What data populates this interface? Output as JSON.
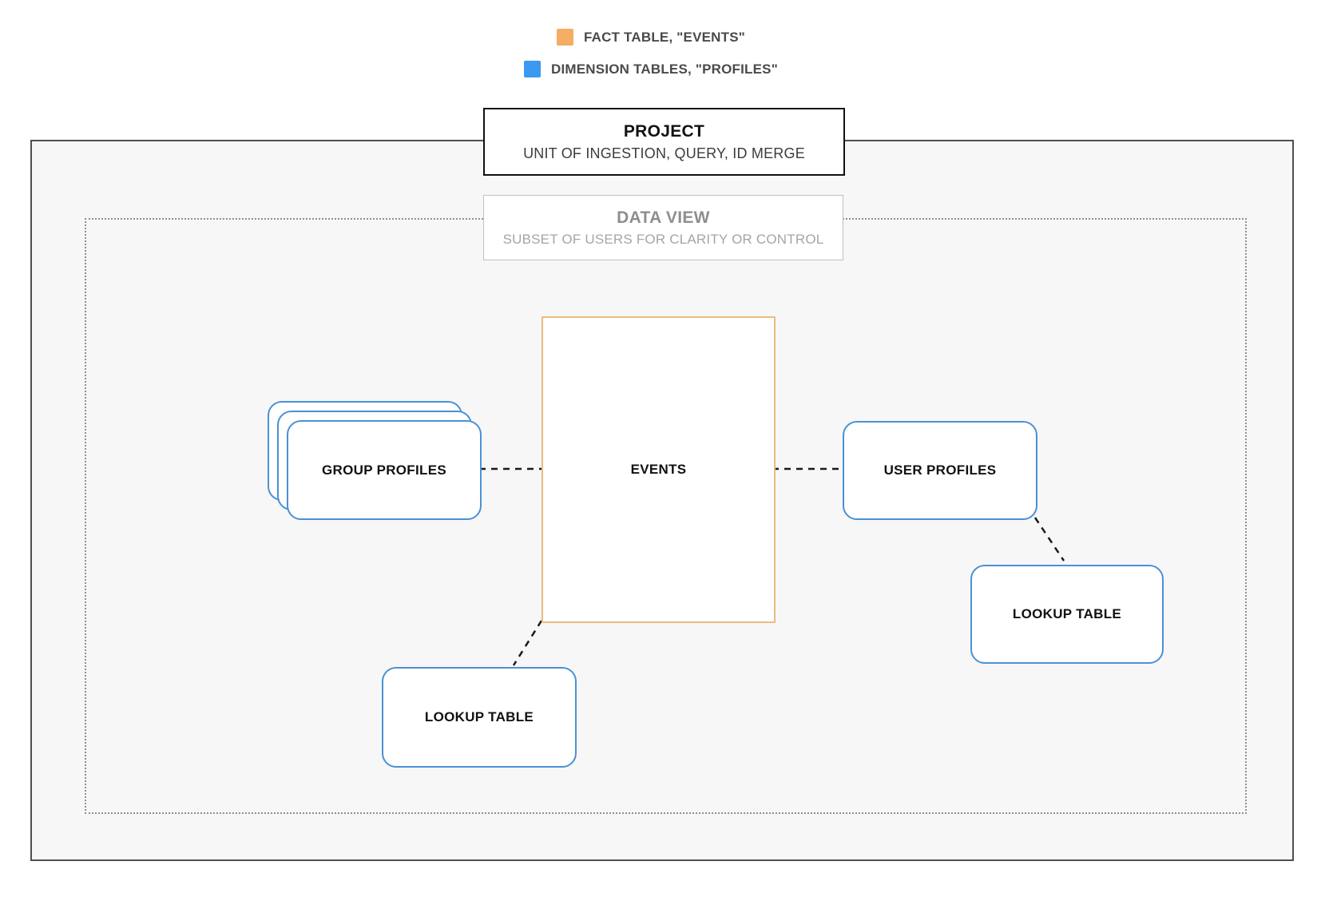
{
  "colors": {
    "fact_orange": "#F4AD62",
    "dimension_blue": "#3B99F0",
    "node_border_blue": "#4A91D4",
    "events_border_orange": "#E9BC7D",
    "outer_border_gray": "#4F4F4F",
    "dotted_border_gray": "#8F8F8F",
    "panel_bg": "#F7F7F8",
    "legend_text": "#4A4A4A",
    "muted_title": "#8E8E8E",
    "muted_subtitle": "#A5A5A5"
  },
  "legend": {
    "items": [
      {
        "name": "fact-table",
        "label": "FACT TABLE, \"EVENTS\""
      },
      {
        "name": "dimension-tables",
        "label": "DIMENSION TABLES, \"PROFILES\""
      }
    ]
  },
  "project_box": {
    "title": "PROJECT",
    "subtitle": "UNIT OF INGESTION, QUERY, ID MERGE"
  },
  "data_view_box": {
    "title": "DATA VIEW",
    "subtitle": "SUBSET OF USERS FOR CLARITY OR CONTROL"
  },
  "nodes": {
    "events": {
      "label": "EVENTS",
      "type": "fact"
    },
    "group_profiles": {
      "label": "GROUP PROFILES",
      "type": "dimension"
    },
    "user_profiles": {
      "label": "USER PROFILES",
      "type": "dimension"
    },
    "lookup_table_bottom": {
      "label": "LOOKUP TABLE",
      "type": "dimension"
    },
    "lookup_table_right": {
      "label": "LOOKUP TABLE",
      "type": "dimension"
    }
  }
}
